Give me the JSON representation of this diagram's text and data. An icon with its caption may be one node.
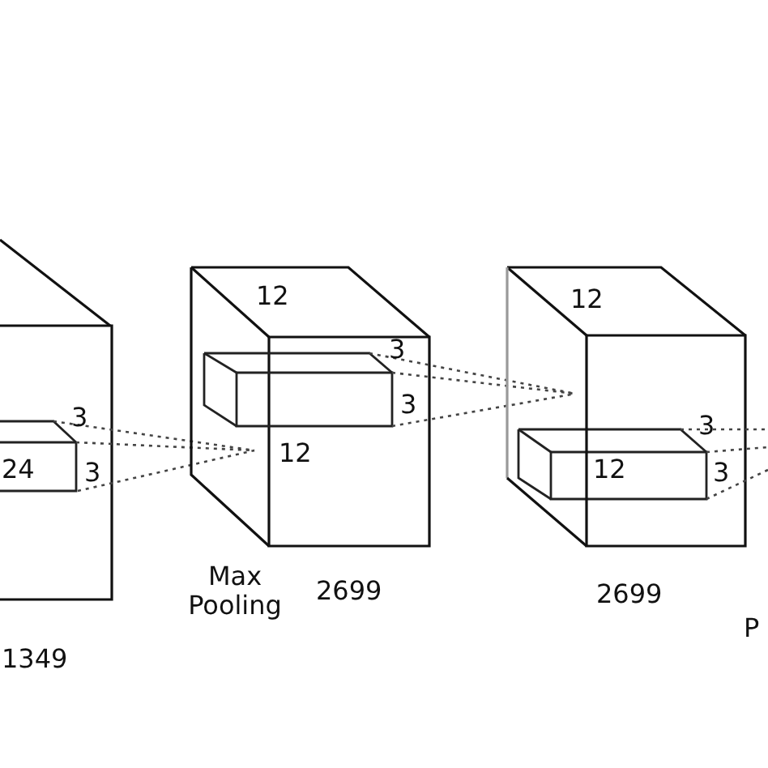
{
  "diagram": {
    "labels": [
      "24",
      "3",
      "3",
      "1349",
      "Max Pooling",
      "12",
      "3",
      "3",
      "12",
      "2699",
      "12",
      "12",
      "3",
      "3",
      "2699",
      "P"
    ]
  }
}
